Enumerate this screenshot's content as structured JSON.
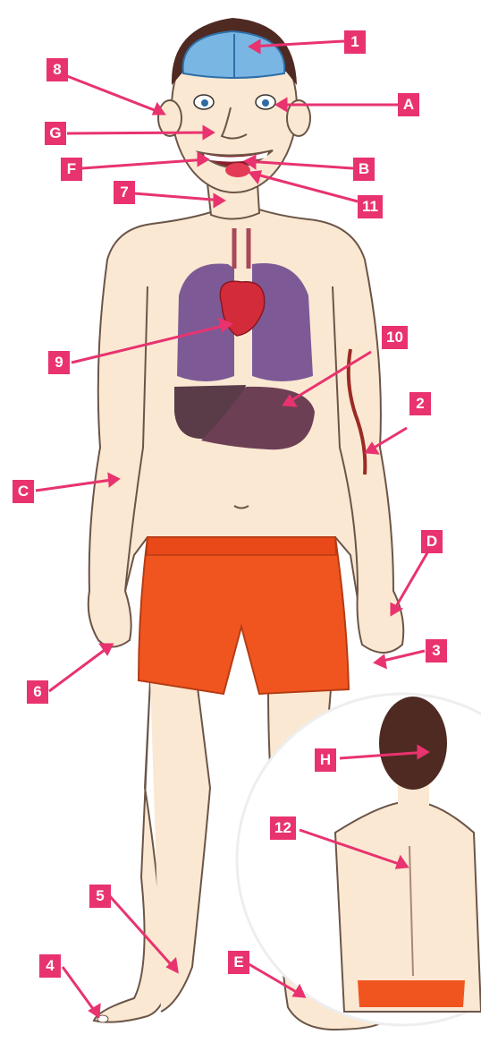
{
  "colors": {
    "label": "#e8336f",
    "skin": "#fbe8d2",
    "skin_outline": "#6b5548",
    "shorts": "#f1551f",
    "hair": "#4e2a22",
    "brain": "#7ab6e4",
    "lungs": "#7d5a96",
    "heart": "#d42b3a",
    "liver": "#5a3b48",
    "stomach": "#6d3f55",
    "blood_vessel": "#9b2b25"
  },
  "labels": [
    {
      "id": "1",
      "text": "1",
      "target": "brain"
    },
    {
      "id": "A",
      "text": "A",
      "target": "eye"
    },
    {
      "id": "8",
      "text": "8",
      "target": "ear"
    },
    {
      "id": "G",
      "text": "G",
      "target": "nose"
    },
    {
      "id": "F",
      "text": "F",
      "target": "mouth"
    },
    {
      "id": "B",
      "text": "B",
      "target": "teeth"
    },
    {
      "id": "7",
      "text": "7",
      "target": "neck"
    },
    {
      "id": "11",
      "text": "11",
      "target": "tongue"
    },
    {
      "id": "9",
      "text": "9",
      "target": "heart"
    },
    {
      "id": "10",
      "text": "10",
      "target": "stomach"
    },
    {
      "id": "2",
      "text": "2",
      "target": "blood vessels"
    },
    {
      "id": "C",
      "text": "C",
      "target": "arm skin"
    },
    {
      "id": "D",
      "text": "D",
      "target": "hand"
    },
    {
      "id": "3",
      "text": "3",
      "target": "fingernail"
    },
    {
      "id": "6",
      "text": "6",
      "target": "finger"
    },
    {
      "id": "H",
      "text": "H",
      "target": "hair"
    },
    {
      "id": "12",
      "text": "12",
      "target": "spine"
    },
    {
      "id": "5",
      "text": "5",
      "target": "ankle"
    },
    {
      "id": "4",
      "text": "4",
      "target": "toenail"
    },
    {
      "id": "E",
      "text": "E",
      "target": "foot"
    }
  ]
}
